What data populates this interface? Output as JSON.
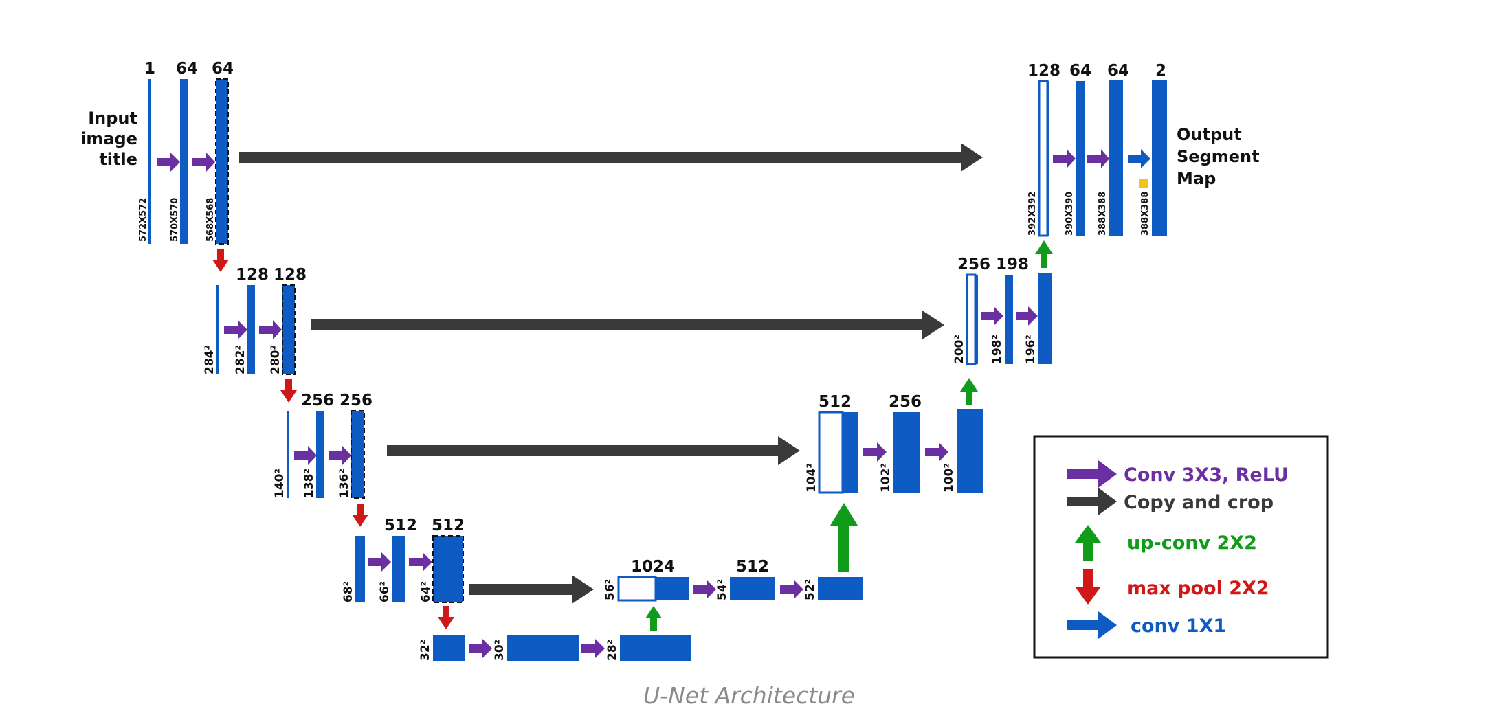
{
  "diagram": {
    "caption": "U-Net Architecture",
    "input_label": [
      "Input",
      "image",
      "title"
    ],
    "output_label": [
      "Output",
      "Segment",
      "Map"
    ],
    "channels": {
      "l1_in": "1",
      "l1_a": "64",
      "l1_b": "64",
      "l2_a": "128",
      "l2_b": "128",
      "l3_a": "256",
      "l3_b": "256",
      "l4_a": "512",
      "l4_b": "512",
      "bottom": "1024",
      "u4_a": "512",
      "u3_a": "512",
      "u3_b": "256",
      "u2_a": "256",
      "u2_b": "198",
      "u1_a": "128",
      "u1_b": "64",
      "u1_c": "64",
      "u1_out": "2"
    },
    "sizes": {
      "l1_in": "572X572",
      "l1_a": "570X570",
      "l1_b": "568X568",
      "l2_in": "284²",
      "l2_a": "282²",
      "l2_b": "280²",
      "l3_in": "140²",
      "l3_a": "138²",
      "l3_b": "136²",
      "l4_in": "68²",
      "l4_a": "66²",
      "l4_b": "64²",
      "b_in": "32²",
      "b_a": "30²",
      "b_b": "28²",
      "u4_in": "56²",
      "u4_a": "54²",
      "u4_b": "52²",
      "u3_in": "104²",
      "u3_a": "102²",
      "u3_b": "100²",
      "u2_in": "200²",
      "u2_a": "198²",
      "u2_b": "196²",
      "u1_in": "392X392",
      "u1_a": "390X390",
      "u1_b": "388X388",
      "u1_c": "388X388"
    }
  },
  "legend": {
    "items": [
      {
        "label": "Conv 3X3, ReLU",
        "color": "#6a2fa0",
        "icon": "purple-right-arrow-icon"
      },
      {
        "label": "Copy and crop",
        "color": "#3a3a3a",
        "icon": "dark-right-arrow-icon"
      },
      {
        "label": "up-conv 2X2",
        "color": "#119b1a",
        "icon": "green-up-arrow-icon"
      },
      {
        "label": "max pool 2X2",
        "color": "#d01818",
        "icon": "red-down-arrow-icon"
      },
      {
        "label": "conv 1X1",
        "color": "#0e5bc4",
        "icon": "blue-right-arrow-icon"
      }
    ]
  },
  "colors": {
    "block": "#0e5bc4",
    "conv": "#6a2fa0",
    "copy": "#3a3a3a",
    "upconv": "#119b1a",
    "maxpool": "#d01818",
    "conv1x1": "#0e5bc4"
  }
}
